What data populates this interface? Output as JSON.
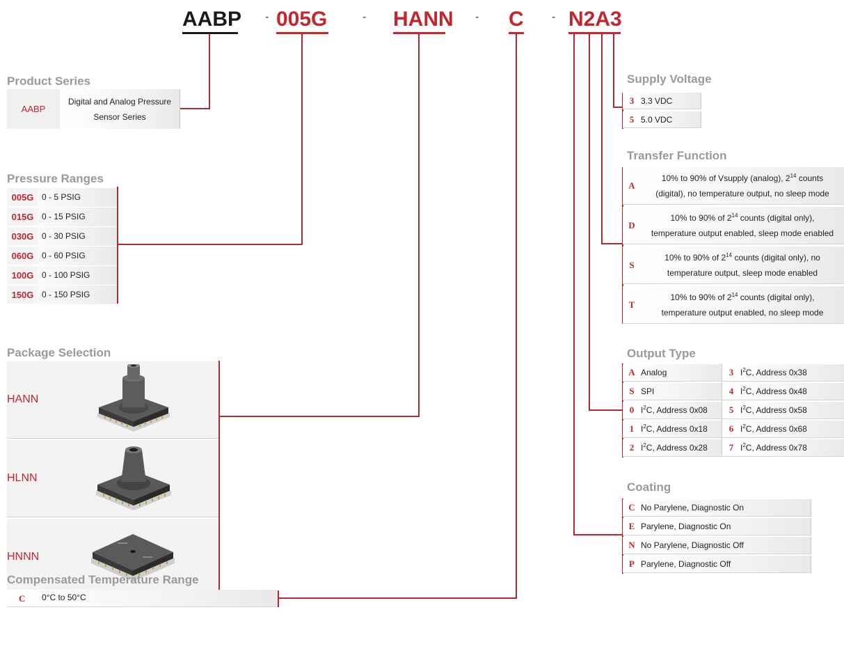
{
  "part_number": {
    "segments": [
      "AABP",
      "005G",
      "HANN",
      "C",
      "N2A3"
    ],
    "separator": "-"
  },
  "product_series": {
    "title": "Product Series",
    "key": "AABP",
    "desc_line1": "Digital and Analog Pressure",
    "desc_line2": "Sensor Series"
  },
  "pressure_ranges": {
    "title": "Pressure Ranges",
    "items": [
      {
        "code": "005G",
        "label": "0 - 5 PSIG"
      },
      {
        "code": "015G",
        "label": "0 - 15 PSIG"
      },
      {
        "code": "030G",
        "label": "0 - 30 PSIG"
      },
      {
        "code": "060G",
        "label": "0 - 60 PSIG"
      },
      {
        "code": "100G",
        "label": "0 - 100 PSIG"
      },
      {
        "code": "150G",
        "label": "0 - 150 PSIG"
      }
    ]
  },
  "package_selection": {
    "title": "Package Selection",
    "items": [
      {
        "code": "HANN"
      },
      {
        "code": "HLNN"
      },
      {
        "code": "HNNN"
      }
    ]
  },
  "compensated_temperature": {
    "title": "Compensated Temperature Range",
    "key": "C",
    "label": "0°C to 50°C"
  },
  "supply_voltage": {
    "title": "Supply Voltage",
    "items": [
      {
        "code": "3",
        "label": "3.3 VDC"
      },
      {
        "code": "5",
        "label": "5.0 VDC"
      }
    ]
  },
  "transfer_function": {
    "title": "Transfer Function",
    "items": [
      {
        "code": "A",
        "line1_pre": "10% to 90% of Vsupply (analog), 2",
        "line1_sup": "14",
        "line1_post": " counts",
        "line2": "(digital), no temperature output, no sleep mode"
      },
      {
        "code": "D",
        "line1_pre": "10% to 90% of 2",
        "line1_sup": "14",
        "line1_post": " counts (digital only),",
        "line2": "temperature output enabled, sleep mode enabled"
      },
      {
        "code": "S",
        "line1_pre": "10% to 90% of 2",
        "line1_sup": "14",
        "line1_post": " counts (digital only), no",
        "line2": "temperature output, sleep mode enabled"
      },
      {
        "code": "T",
        "line1_pre": "10% to 90% of 2",
        "line1_sup": "14",
        "line1_post": " counts (digital only),",
        "line2": "temperature output enabled, no sleep mode"
      }
    ]
  },
  "output_type": {
    "title": "Output Type",
    "left": [
      {
        "code": "A",
        "pre": "Analog",
        "sup": "",
        "post": ""
      },
      {
        "code": "S",
        "pre": "SPI",
        "sup": "",
        "post": ""
      },
      {
        "code": "0",
        "pre": "I",
        "sup": "2",
        "post": "C, Address 0x08"
      },
      {
        "code": "1",
        "pre": "I",
        "sup": "2",
        "post": "C, Address 0x18"
      },
      {
        "code": "2",
        "pre": "I",
        "sup": "2",
        "post": "C, Address 0x28"
      }
    ],
    "right": [
      {
        "code": "3",
        "pre": "I",
        "sup": "2",
        "post": "C, Address 0x38"
      },
      {
        "code": "4",
        "pre": "I",
        "sup": "2",
        "post": "C, Address 0x48"
      },
      {
        "code": "5",
        "pre": "I",
        "sup": "2",
        "post": "C, Address 0x58"
      },
      {
        "code": "6",
        "pre": "I",
        "sup": "2",
        "post": "C, Address 0x68"
      },
      {
        "code": "7",
        "pre": "I",
        "sup": "2",
        "post": "C, Address 0x78"
      }
    ]
  },
  "coating": {
    "title": "Coating",
    "items": [
      {
        "code": "C",
        "label": "No Parylene, Diagnostic On"
      },
      {
        "code": "E",
        "label": "Parylene, Diagnostic On"
      },
      {
        "code": "N",
        "label": "No Parylene, Diagnostic Off"
      },
      {
        "code": "P",
        "label": "Parylene, Diagnostic Off"
      }
    ]
  },
  "colors": {
    "accent": "#c1272d",
    "line": "#b22a2f",
    "title_gray": "#9a9a9a"
  }
}
